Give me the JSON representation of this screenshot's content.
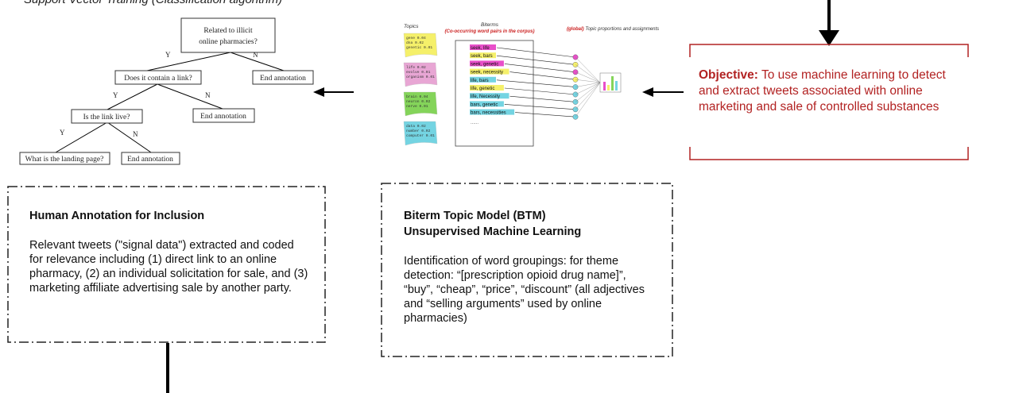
{
  "top_caption": "Support Vector Training (Classification algorithm)",
  "decision_tree": {
    "root": "Related to illicit online pharmacies?",
    "q2": "Does it contain a link?",
    "q3": "Is the link live?",
    "leaf_root_no": "End annotation",
    "leaf_q2_no": "End annotation",
    "leaf_q3_no": "End annotation",
    "leaf_q3_yes": "What is the landing page?",
    "yes_label": "Y",
    "no_label": "N"
  },
  "btm_figure": {
    "topics_header": "Topics",
    "biterms_header": "Biterms",
    "biterms_subheader": "(Co-occurring word pairs in the corpus)",
    "proportions_header_emph": "(global)",
    "proportions_header_rest": "Topic proportions and assignments",
    "topic_notes": [
      {
        "color": "#f5f06a",
        "rows": [
          "gene 0.04",
          "dna 0.02",
          "genetic 0.01"
        ]
      },
      {
        "color": "#e8a6d4",
        "rows": [
          "life 0.02",
          "evolve 0.01",
          "organism 0.01"
        ]
      },
      {
        "color": "#84d45a",
        "rows": [
          "brain 0.04",
          "neuron 0.02",
          "nerve 0.01"
        ]
      },
      {
        "color": "#74d4e2",
        "rows": [
          "data 0.02",
          "number 0.02",
          "computer 0.01"
        ]
      }
    ],
    "biterms": [
      {
        "text": "seek, life",
        "color": "#e84fc9"
      },
      {
        "text": "seek, bars",
        "color": "#f5f06a"
      },
      {
        "text": "seek, genetic",
        "color": "#e84fc9"
      },
      {
        "text": "seek, necessity",
        "color": "#f5f06a"
      },
      {
        "text": "life, bars",
        "color": "#74d4e2"
      },
      {
        "text": "life, genetic",
        "color": "#f5f06a"
      },
      {
        "text": "life, Necessity",
        "color": "#74d4e2"
      },
      {
        "text": "bars, genetic",
        "color": "#74d4e2"
      },
      {
        "text": "bars, necessities",
        "color": "#74d4e2"
      }
    ],
    "biterms_ellipsis": "......",
    "proportion_bars": [
      {
        "color": "#e84fc9",
        "level": 0.55
      },
      {
        "color": "#f5f06a",
        "level": 0.35
      },
      {
        "color": "#84d45a",
        "level": 0.9
      },
      {
        "color": "#74d4e2",
        "level": 0.6
      }
    ]
  },
  "objective": {
    "label": "Objective:",
    "text": " To use machine learning to detect and extract tweets associated with online marketing and sale of controlled substances"
  },
  "annotation_card": {
    "title": "Human Annotation for Inclusion",
    "body": "Relevant tweets (\"signal data\") extracted and coded for relevance including (1) direct link to an online pharmacy, (2) an individual solicitation for sale, and (3) marketing affiliate advertising sale by another party."
  },
  "btm_card": {
    "title_line1": "Biterm Topic Model (BTM)",
    "title_line2": "Unsupervised Machine Learning",
    "body": "Identification of word groupings: for theme detection: “[prescription opioid drug name]”, “buy”, “cheap”, “price”, “discount” (all adjectives and “selling arguments” used by online pharmacies)"
  },
  "colors": {
    "objective_red": "#b22222",
    "dash_border": "#222222"
  }
}
